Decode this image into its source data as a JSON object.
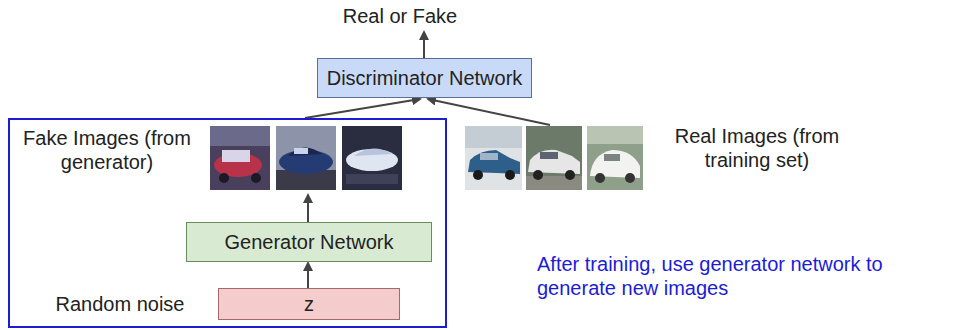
{
  "diagram": {
    "nodes": [
      {
        "text": [
          "Discriminator Network"
        ]
      },
      {
        "text": [
          "Fake Images (from generator)",
          "Random noise"
        ]
      },
      {
        "text": [
          "Generator Network"
        ],
        "in": 1
      },
      {
        "text": [
          "z"
        ],
        "in": 1
      }
    ],
    "edges": [
      {
        "from": 1,
        "to": 0,
        "arrow": "to"
      },
      {
        "from": 3,
        "to": 2,
        "arrow": "to"
      }
    ],
    "labels": [
      "Real or Fake",
      "Real Images (from training set)",
      "After training, use generator network to generate new images"
    ]
  }
}
